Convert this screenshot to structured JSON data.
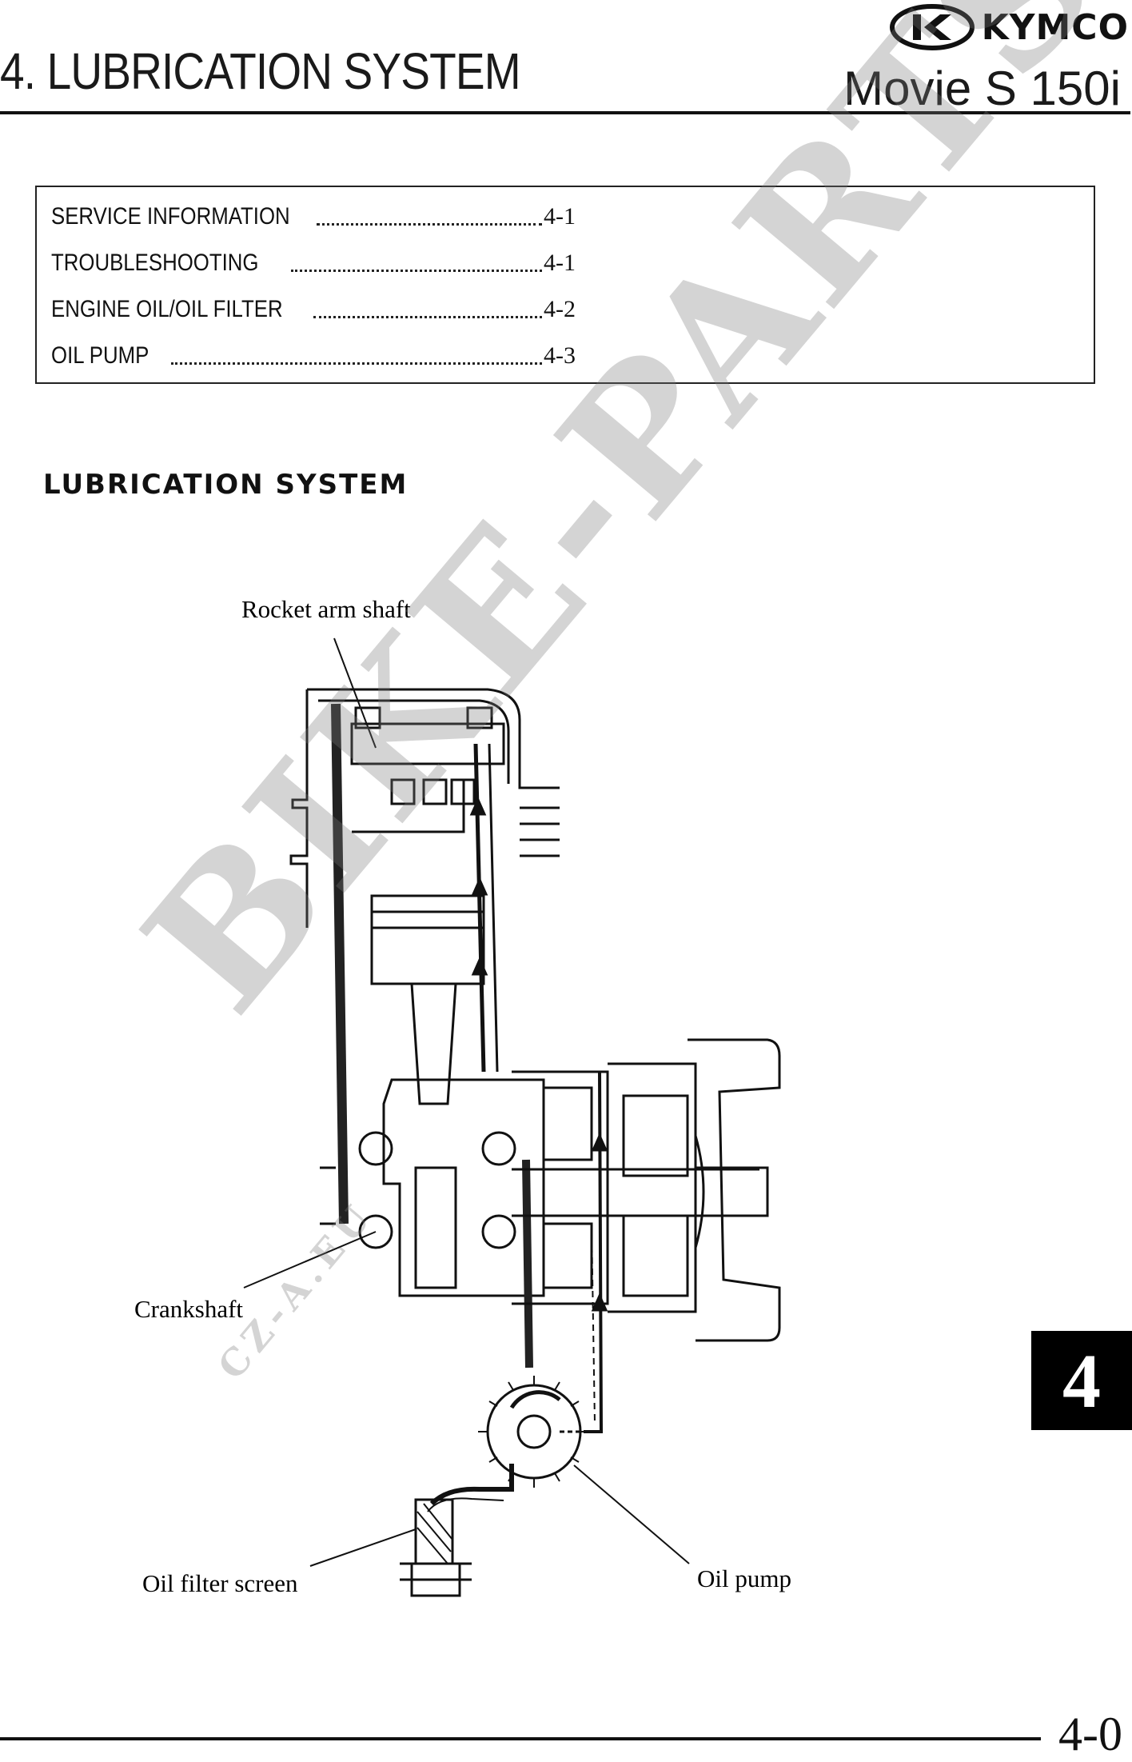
{
  "header": {
    "chapter_title": "4. LUBRICATION SYSTEM",
    "brand": "KYMCO",
    "model": "Movie S 150i"
  },
  "toc": [
    {
      "label": "SERVICE INFORMATION",
      "page": "4-1"
    },
    {
      "label": "TROUBLESHOOTING",
      "page": "4-1"
    },
    {
      "label": "ENGINE OIL/OIL FILTER",
      "page": "4-2"
    },
    {
      "label": "OIL PUMP",
      "page": "4-3"
    }
  ],
  "section": {
    "heading": "LUBRICATION SYSTEM"
  },
  "diagram": {
    "labels": {
      "rocker_arm_shaft": "Rocket arm shaft",
      "crankshaft": "Crankshaft",
      "oil_filter_screen": "Oil filter screen",
      "oil_pump": "Oil pump"
    }
  },
  "watermark": {
    "main": "BIKE-PARTS",
    "sub": "CZ-A.EU"
  },
  "chapter_tab": "4",
  "footer": {
    "page_number": "4-0"
  }
}
